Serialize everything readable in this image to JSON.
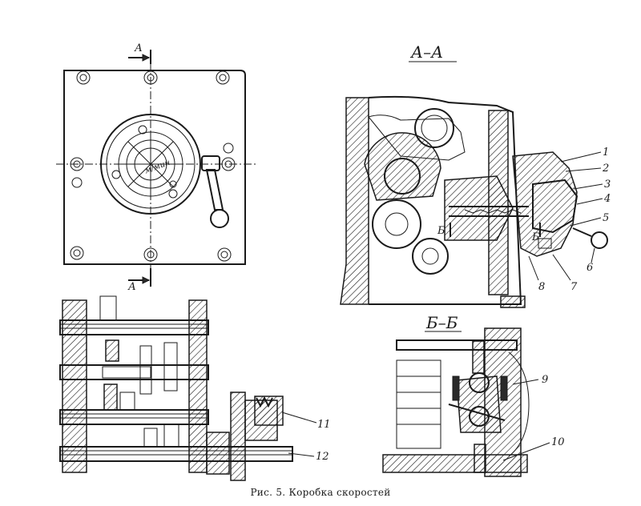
{
  "caption": "Рис. 5. Коробка скоростей",
  "section_labels": {
    "top_section_left": "А",
    "top_section_right": "А",
    "view_aa": "А–А",
    "view_bb": "Б–Б",
    "section_b_left": "Б",
    "section_b_right": "Б"
  },
  "dial_marking": "м/мин",
  "part_numbers": [
    "1",
    "2",
    "3",
    "4",
    "5",
    "6",
    "7",
    "8",
    "9",
    "10",
    "11",
    "12"
  ]
}
